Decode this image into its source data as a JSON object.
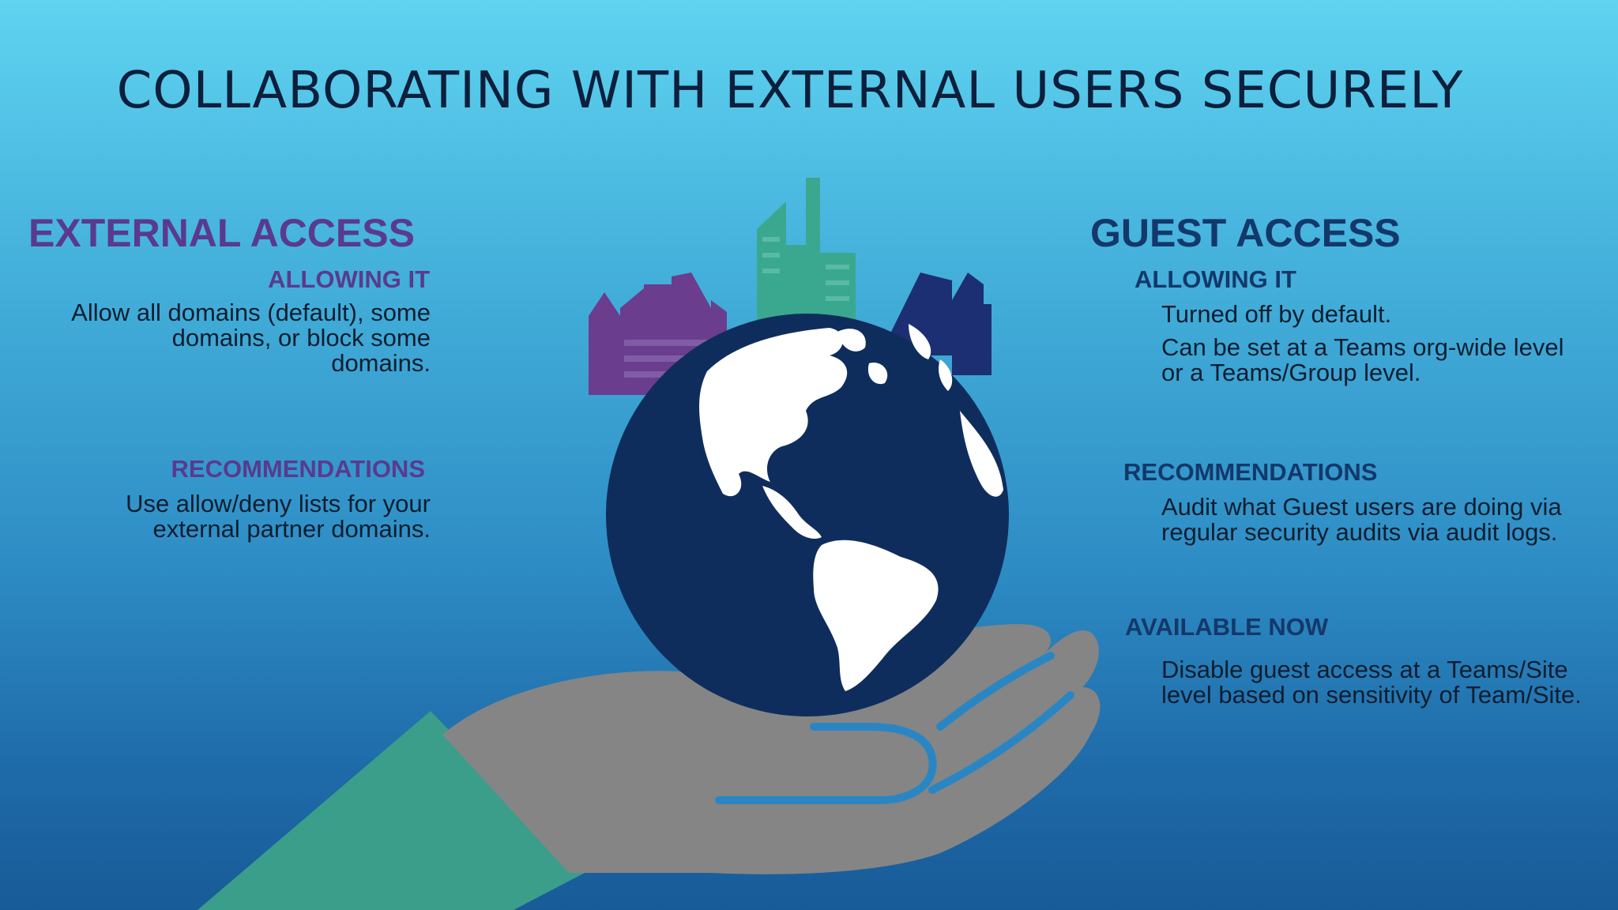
{
  "title": "COLLABORATING WITH EXTERNAL USERS SECURELY",
  "external": {
    "heading": "EXTERNAL ACCESS",
    "allowing_label": "ALLOWING IT",
    "allowing_text": "Allow all domains (default), some domains, or block some domains.",
    "recommendations_label": "RECOMMENDATIONS",
    "recommendations_text": "Use allow/deny lists for your external partner domains."
  },
  "guest": {
    "heading": "GUEST ACCESS",
    "allowing_label": "ALLOWING IT",
    "allowing_line1": "Turned off by default.",
    "allowing_line2": "Can be set at a Teams org-wide level or a Teams/Group level.",
    "recommendations_label": "RECOMMENDATIONS",
    "recommendations_text": "Audit what Guest users are doing via regular security audits via audit logs.",
    "available_label": "AVAILABLE NOW",
    "available_text": "Disable guest access at a Teams/Site level based on sensitivity of Team/Site."
  },
  "colors": {
    "purple": "#5a3a8e",
    "navy": "#14386a",
    "globe": "#0f2d5c",
    "hand": "#858585",
    "sleeve": "#3a9e8a",
    "buildings_teal": "#3aa88e",
    "buildings_purple": "#6a3d8f"
  },
  "icons": [
    "globe-icon",
    "hand-icon",
    "city-skyline-icon"
  ]
}
